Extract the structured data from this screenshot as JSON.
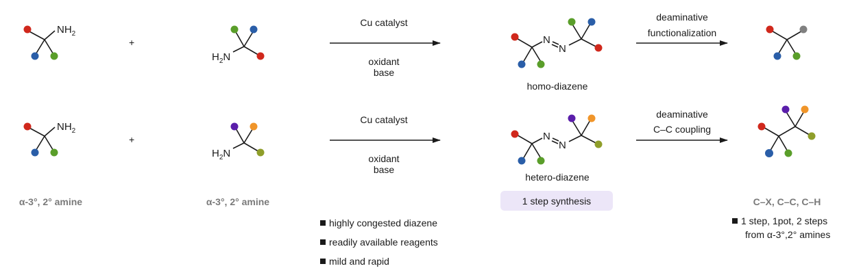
{
  "colors": {
    "red": "#d0281c",
    "blue": "#2a5ea8",
    "green": "#5a9e2a",
    "gray": "#808080",
    "purple": "#5a1eaa",
    "orange": "#f0952a",
    "olive": "#8f9e2a",
    "badge_bg": "#ece6f8",
    "label_gray": "#7a7a7a"
  },
  "row1": {
    "amine1": {
      "group": "NH2",
      "substituents": [
        "red",
        "blue",
        "green"
      ]
    },
    "plus": "+",
    "amine2": {
      "group": "H2N",
      "substituents": [
        "green",
        "blue",
        "red"
      ]
    },
    "arrow1": {
      "above": "Cu catalyst",
      "below": [
        "oxidant",
        "base"
      ]
    },
    "product": {
      "name": "homo-diazene",
      "linker": "N=N",
      "left": [
        "red",
        "blue",
        "green"
      ],
      "right": [
        "green",
        "blue",
        "red"
      ]
    },
    "arrow2": {
      "above": [
        "deaminative",
        "functionalization"
      ]
    },
    "final": {
      "substituents": [
        "red",
        "gray",
        "blue",
        "green"
      ]
    }
  },
  "row2": {
    "amine1": {
      "group": "NH2",
      "substituents": [
        "red",
        "blue",
        "green"
      ]
    },
    "plus": "+",
    "amine2": {
      "group": "H2N",
      "substituents": [
        "purple",
        "orange",
        "olive"
      ]
    },
    "arrow1": {
      "above": "Cu catalyst",
      "below": [
        "oxidant",
        "base"
      ]
    },
    "product": {
      "name": "hetero-diazene",
      "linker": "N=N",
      "left": [
        "red",
        "blue",
        "green"
      ],
      "right": [
        "purple",
        "orange",
        "olive"
      ]
    },
    "arrow2": {
      "above": [
        "deaminative",
        "C–C coupling"
      ]
    },
    "final": {
      "substituents": [
        "red",
        "blue",
        "green",
        "purple",
        "orange",
        "olive"
      ]
    }
  },
  "labels": {
    "amine1": "α-3°, 2° amine",
    "amine2": "α-3°, 2° amine",
    "badge": "1 step synthesis",
    "bonds_formed": "C–X, C–C, C–H"
  },
  "advantages": [
    "highly congested diazene",
    "readily available reagents",
    "mild and rapid"
  ],
  "final_note": {
    "line1": "1 step, 1pot, 2 steps",
    "line2": "from α-3°,2° amines"
  }
}
